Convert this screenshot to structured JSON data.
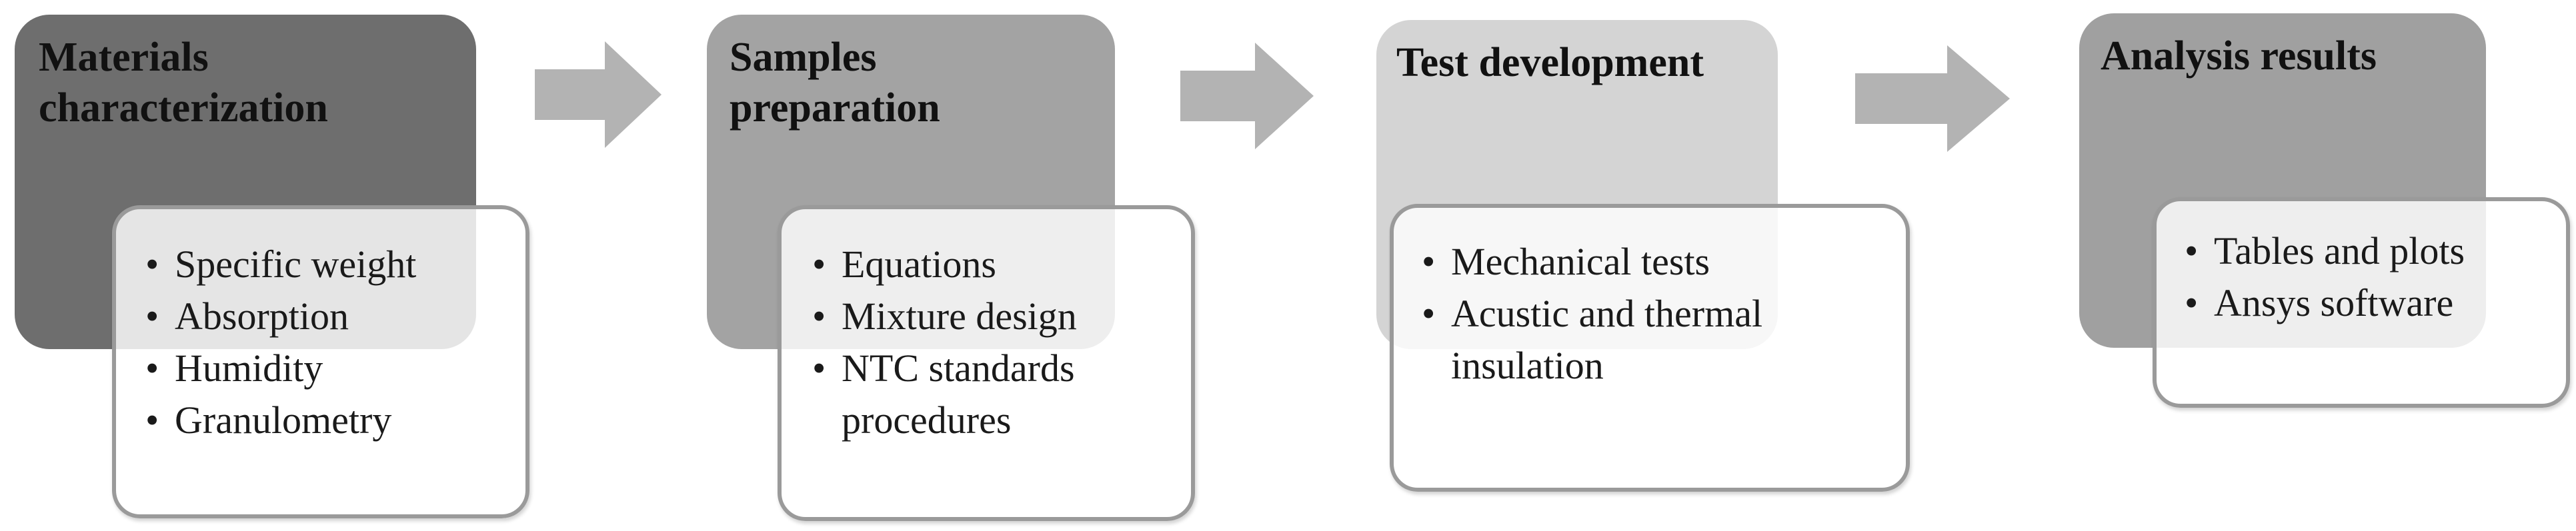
{
  "stages": [
    {
      "title_line1": "Materials",
      "title_line2": "characterization",
      "box_color": "#6e6e6e",
      "items": [
        "Specific weight",
        "Absorption",
        "Humidity",
        "Granulometry"
      ]
    },
    {
      "title_line1": "Samples",
      "title_line2": "preparation",
      "box_color": "#a3a3a3",
      "items": [
        "Equations",
        "Mixture design",
        "NTC standards",
        "procedures"
      ]
    },
    {
      "title_line1": "Test development",
      "title_line2": "",
      "box_color": "#d4d4d4",
      "items": [
        "Mechanical tests",
        "Acustic and thermal",
        "insulation"
      ]
    },
    {
      "title_line1": "Analysis results",
      "title_line2": "",
      "box_color": "#a0a0a0",
      "items": [
        "Tables and plots",
        "Ansys software"
      ]
    }
  ],
  "arrow_color": "#b3b3b3"
}
